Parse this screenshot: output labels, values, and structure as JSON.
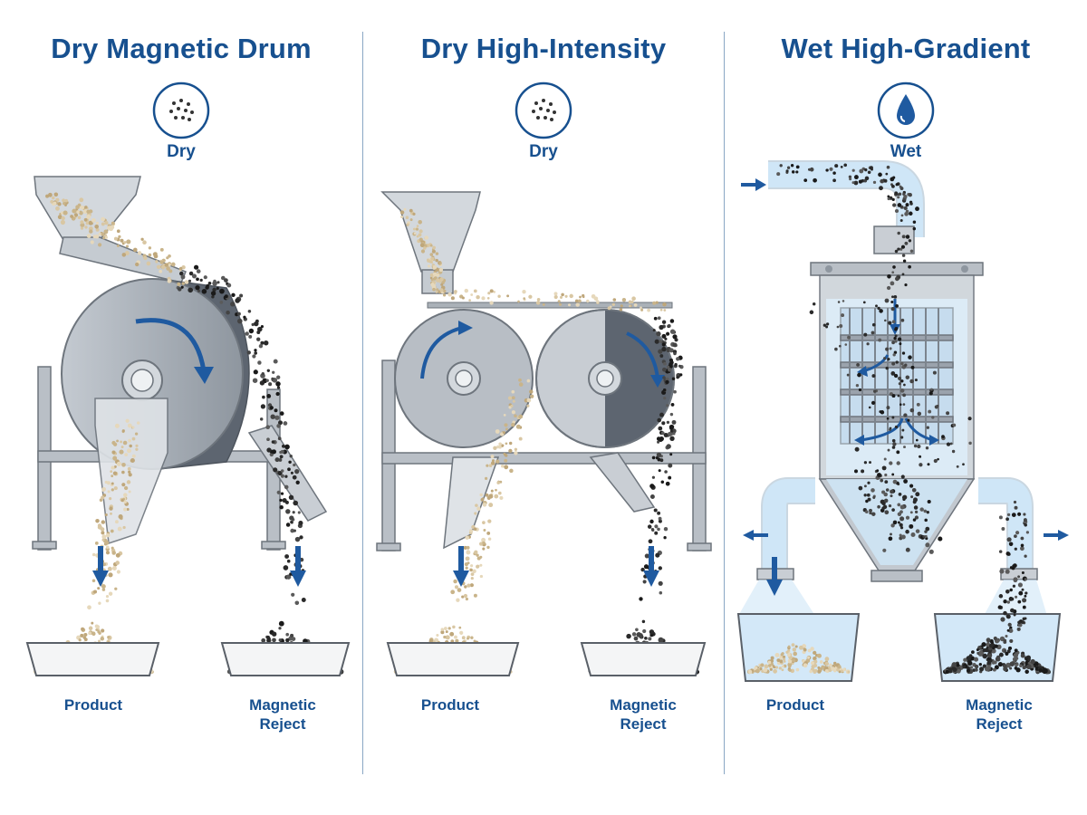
{
  "panels": [
    {
      "title": "Dry Magnetic Drum",
      "mode": "Dry",
      "mode_icon": "dots-icon",
      "outputs": {
        "product": "Product",
        "reject_line1": "Magnetic",
        "reject_line2": "Reject"
      }
    },
    {
      "title": "Dry High-Intensity",
      "mode": "Dry",
      "mode_icon": "dots-icon",
      "outputs": {
        "product": "Product",
        "reject_line1": "Magnetic",
        "reject_line2": "Reject"
      }
    },
    {
      "title": "Wet High-Gradient",
      "mode": "Wet",
      "mode_icon": "water-drop-icon",
      "outputs": {
        "product": "Product",
        "reject_line1": "Magnetic",
        "reject_line2": "Reject"
      }
    }
  ],
  "colors": {
    "title": "#17508f",
    "arrow": "#1f5aa0",
    "steel": "#9ba3ad",
    "sand": "#d9c7a3",
    "magnetic": "#2a2a2a",
    "water": "#cfe6f7"
  }
}
